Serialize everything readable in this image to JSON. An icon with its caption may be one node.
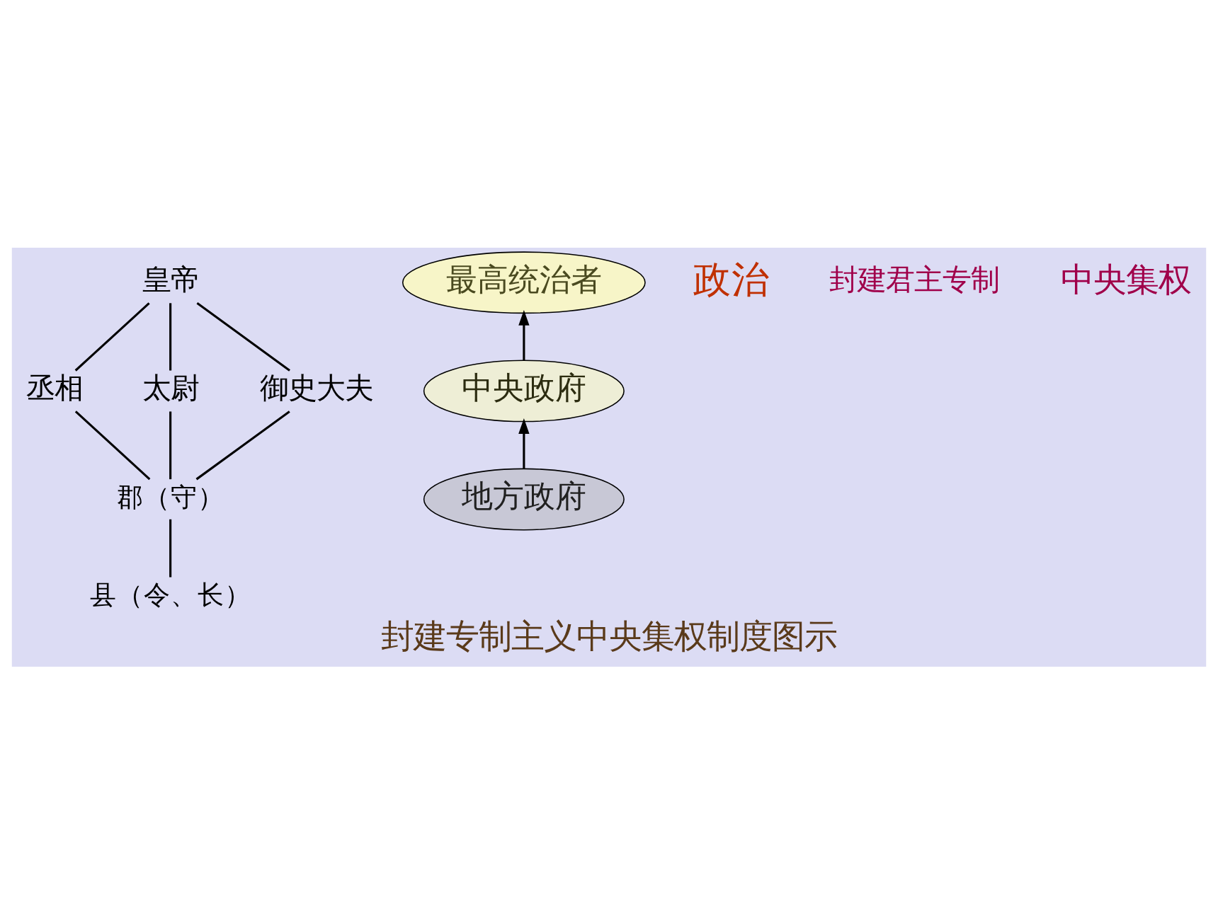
{
  "diagram": {
    "caption": "封建专制主义中央集权制度图示",
    "nodes": [
      {
        "text": [
          "皇帝"
        ]
      },
      {
        "text": [
          "丞相"
        ]
      },
      {
        "text": [
          "太尉"
        ]
      },
      {
        "text": [
          "御史大夫"
        ]
      },
      {
        "text": [
          "郡（守）"
        ]
      },
      {
        "text": [
          "县（令、长）"
        ]
      },
      {
        "text": [
          "最高统治者"
        ]
      },
      {
        "text": [
          "中央政府"
        ]
      },
      {
        "text": [
          "地方政府"
        ]
      }
    ],
    "edges": [
      {
        "from": 0,
        "to": 1,
        "arrow": "none"
      },
      {
        "from": 0,
        "to": 2,
        "arrow": "none"
      },
      {
        "from": 0,
        "to": 3,
        "arrow": "none"
      },
      {
        "from": 1,
        "to": 4,
        "arrow": "none"
      },
      {
        "from": 2,
        "to": 4,
        "arrow": "none"
      },
      {
        "from": 3,
        "to": 4,
        "arrow": "none"
      },
      {
        "from": 4,
        "to": 5,
        "arrow": "none"
      },
      {
        "from": 8,
        "to": 7,
        "arrow": "to"
      },
      {
        "from": 7,
        "to": 6,
        "arrow": "to"
      }
    ],
    "labels": [
      "政治",
      "封建君主专制",
      "中央集权"
    ]
  }
}
